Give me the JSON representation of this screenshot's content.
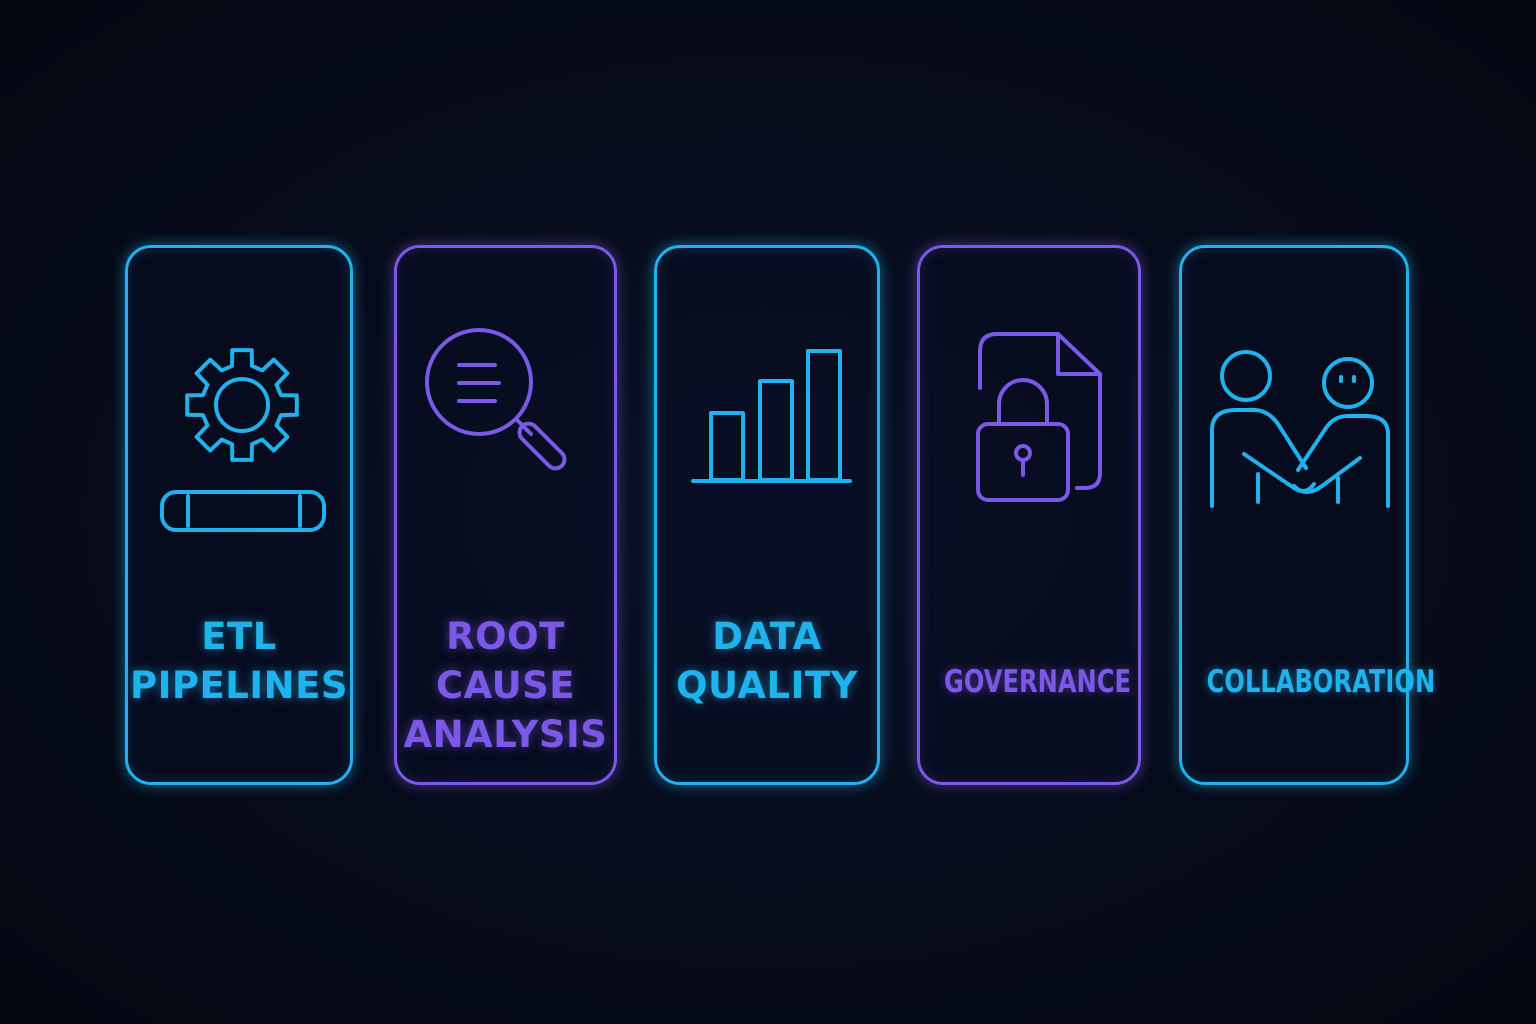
{
  "cards": [
    {
      "lines": [
        "ETL",
        "PIPELINES"
      ],
      "icon": "gear-and-pipe-icon",
      "color": "#1fb2ec"
    },
    {
      "lines": [
        "ROOT",
        "CAUSE",
        "ANALYSIS"
      ],
      "icon": "magnifying-glass-icon",
      "color": "#7b58e6"
    },
    {
      "lines": [
        "DATA",
        "QUALITY"
      ],
      "icon": "bar-chart-icon",
      "color": "#1fb2ec"
    },
    {
      "lines": [
        "GOVERNANCE"
      ],
      "icon": "document-padlock-icon",
      "color": "#7b58e6"
    },
    {
      "lines": [
        "COLLABORATION"
      ],
      "icon": "handshake-people-icon",
      "color": "#1fb2ec"
    }
  ]
}
